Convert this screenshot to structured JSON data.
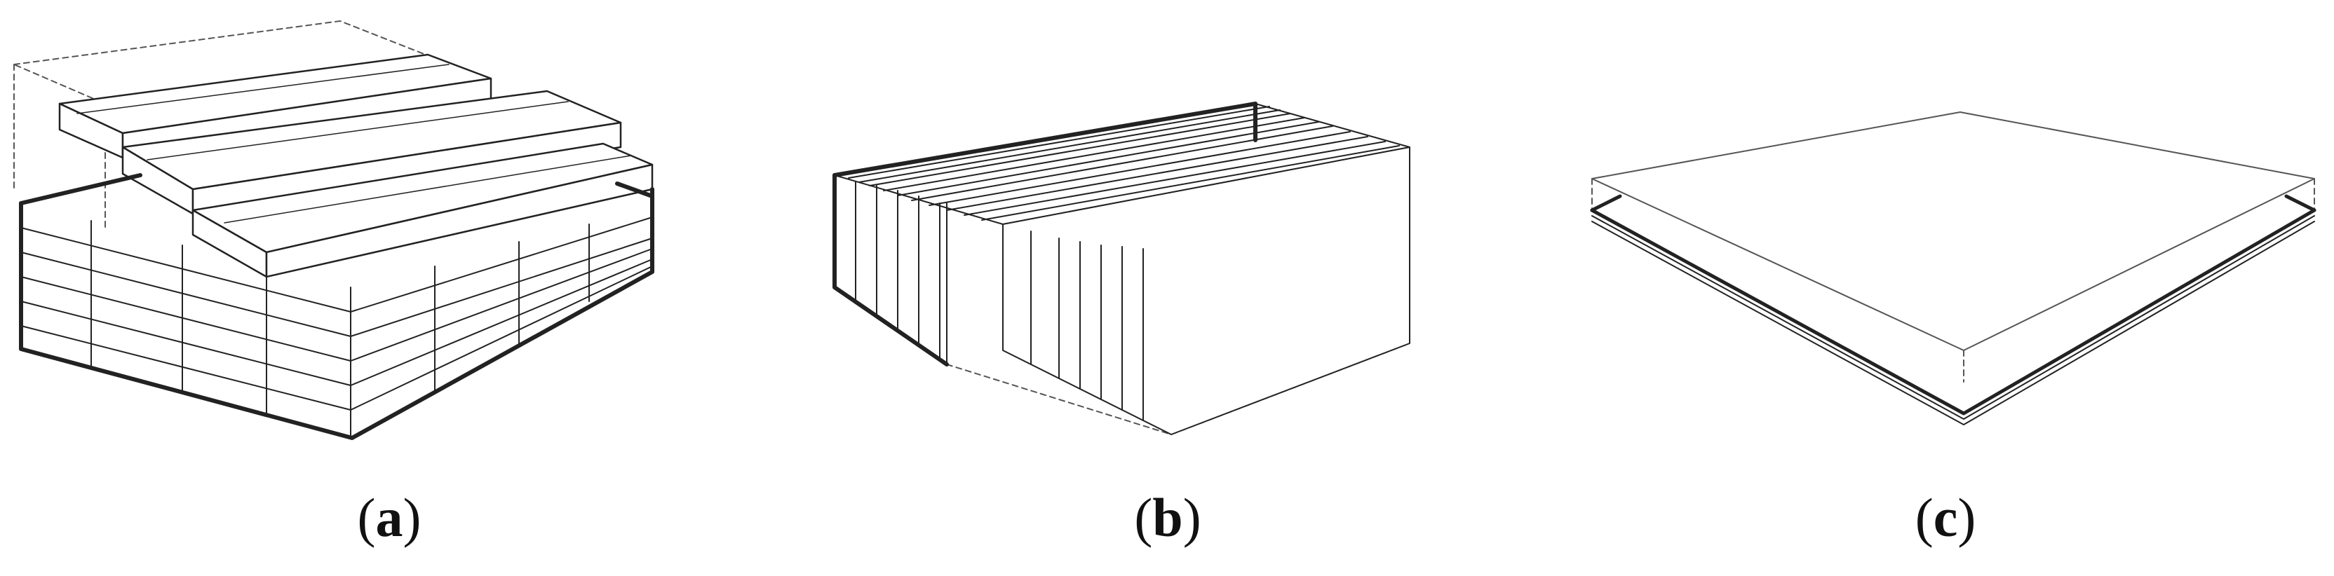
{
  "figure": {
    "panels": [
      {
        "open": "(",
        "letter": "a",
        "close": ")"
      },
      {
        "open": "(",
        "letter": "b",
        "close": ")"
      },
      {
        "open": "(",
        "letter": "c",
        "close": ")"
      }
    ]
  },
  "colors": {
    "line": "#222222",
    "thin": "#555555",
    "background": "#ffffff"
  }
}
